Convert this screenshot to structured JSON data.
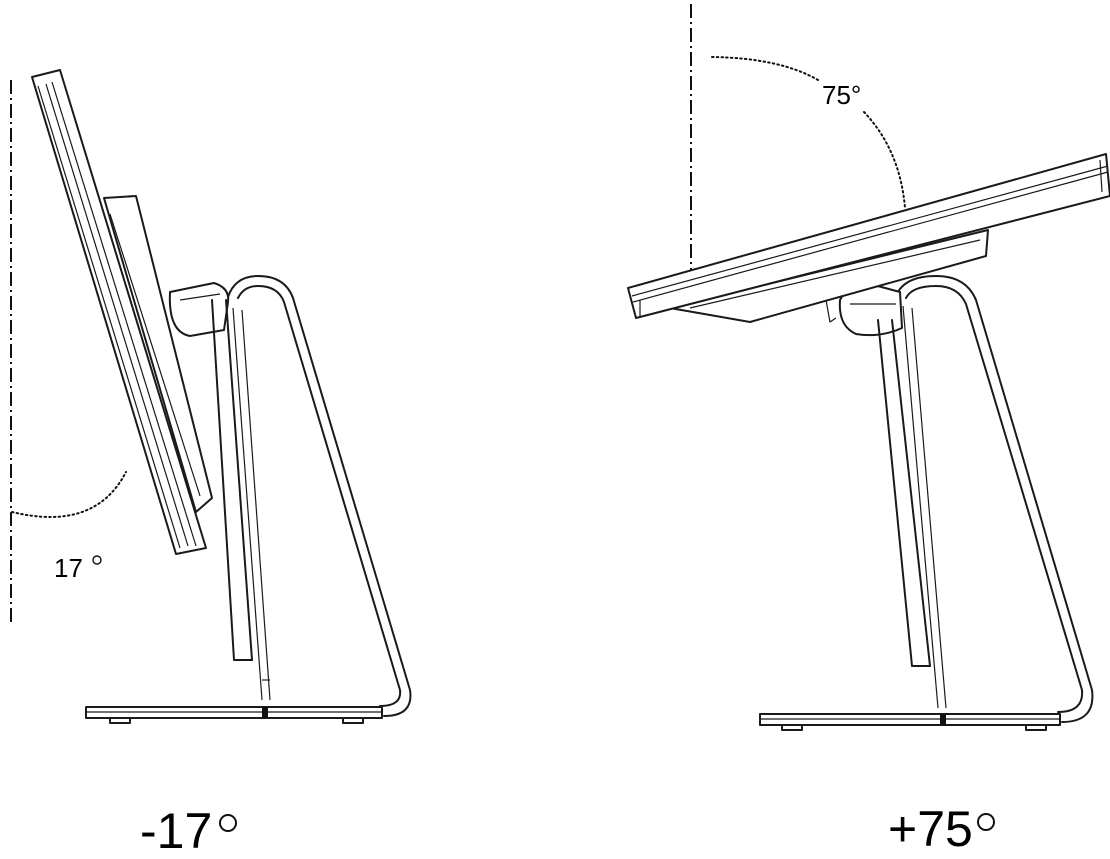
{
  "figure": {
    "left": {
      "angle_label": "17",
      "caption": "-17"
    },
    "right": {
      "angle_label": "75°",
      "caption": "+75"
    }
  }
}
